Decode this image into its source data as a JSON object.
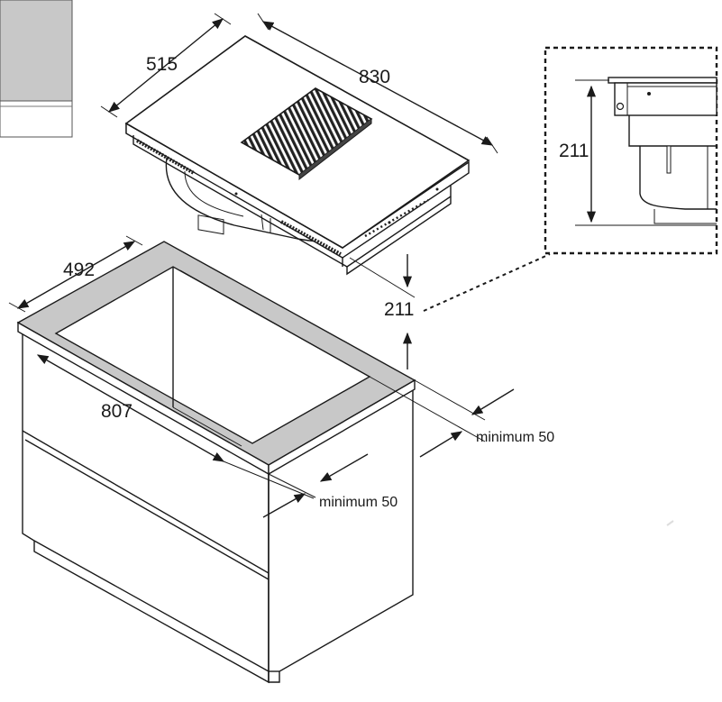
{
  "labels": {
    "hob_depth": "515",
    "hob_width": "830",
    "hob_height": "211",
    "detail_height": "211",
    "cutout_depth": "492",
    "cutout_width": "807",
    "min_right": "minimum 50",
    "min_front": "minimum 50"
  },
  "colors": {
    "line": "#1a1a1a",
    "panel_gray": "#c8c8c8",
    "grille": "#222222",
    "cabinet_face": "#ffffff"
  }
}
